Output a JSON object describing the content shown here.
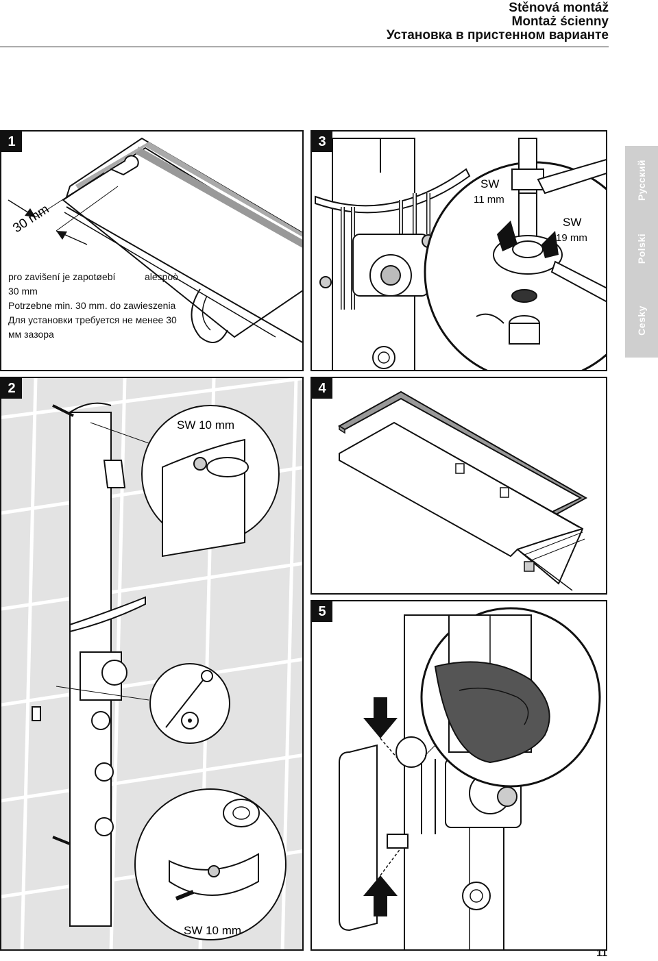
{
  "header": {
    "title_cs": "Stěnová montáž",
    "title_pl": "Montaż ścienny",
    "title_ru": "Установка в пристенном варианте"
  },
  "steps": [
    {
      "number": "1",
      "dimension_label": "30 mm",
      "text": {
        "cs_a": "pro zavišení je zapotøebí",
        "cs_b": "alespoò",
        "cs_c": "30 mm",
        "pl": "Potrzebne min. 30 mm. do zawieszenia",
        "ru": "Для установки требуется не менее 30 мм зазора"
      }
    },
    {
      "number": "2",
      "sw_top": "SW 10 mm",
      "sw_bottom": "SW 10 mm"
    },
    {
      "number": "3",
      "sw_a_1": "SW",
      "sw_a_2": "11 mm",
      "sw_b_1": "SW",
      "sw_b_2": "19 mm"
    },
    {
      "number": "4"
    },
    {
      "number": "5"
    }
  ],
  "language_tabs": [
    "Русский",
    "Polski",
    "Cesky"
  ],
  "page_number": "11",
  "colors": {
    "ink": "#111111",
    "tab_bg": "#cfcfcf",
    "tile": "#e3e3e3",
    "dark_part": "#555555"
  }
}
